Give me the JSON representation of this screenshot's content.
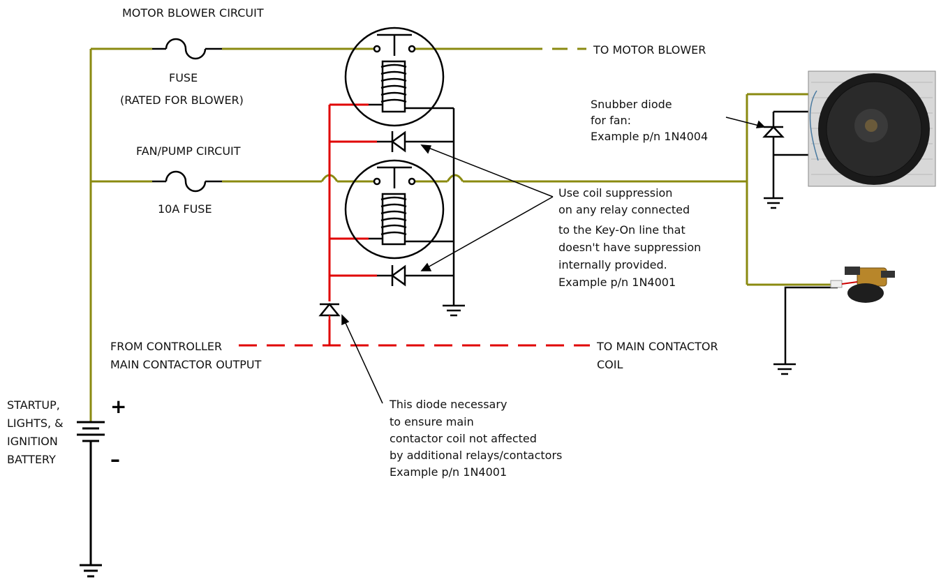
{
  "colors": {
    "power": "#8a8a10",
    "signal": "#e00000",
    "ground": "#000000"
  },
  "labels": {
    "motor_blower_circuit": "MOTOR BLOWER CIRCUIT",
    "fuse": "FUSE",
    "rated_for_blower": "(RATED FOR BLOWER)",
    "fan_pump_circuit": "FAN/PUMP CIRCUIT",
    "fuse_10a": "10A FUSE",
    "to_motor_blower": "TO MOTOR BLOWER",
    "from_controller_1": "FROM CONTROLLER",
    "from_controller_2": "MAIN CONTACTOR OUTPUT",
    "to_main_contactor_1": "TO MAIN CONTACTOR",
    "to_main_contactor_2": "COIL",
    "battery_1": "STARTUP,",
    "battery_2": "LIGHTS, &",
    "battery_3": "IGNITION",
    "battery_4": "BATTERY",
    "plus": "+",
    "minus": "–"
  },
  "notes": {
    "snubber": [
      "Snubber diode",
      "for fan:",
      "Example p/n 1N4004"
    ],
    "suppression": [
      "Use coil suppression",
      "on any relay connected",
      "to the Key-On line that",
      "doesn't have suppression",
      "internally provided.",
      "Example p/n 1N4001"
    ],
    "main_diode": [
      "This diode necessary",
      "to ensure main",
      "contactor coil not affected",
      "by additional relays/contactors",
      "Example p/n 1N4001"
    ]
  },
  "components": {
    "fan_icon": "radiator-fan-icon",
    "pump_icon": "water-pump-icon"
  }
}
